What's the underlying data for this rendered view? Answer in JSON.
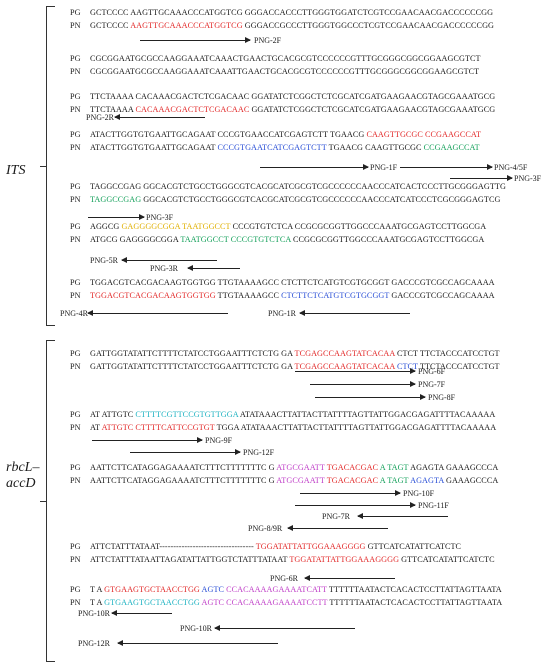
{
  "sections": {
    "its": "ITS",
    "rbcl_l1": "rbcL–",
    "rbcl_l2": "accD"
  },
  "labels": {
    "pg": "PG",
    "pn": "PN"
  },
  "its_rows": [
    {
      "pg": [
        [
          "GCTCCCC AAGTTGCAAACCCATGGTCG GGGACCACCCTTGGGTGGATCTCGTCCGAACAACGACCCCCCGG",
          ""
        ]
      ],
      "pn": [
        [
          "GCTCCCC ",
          ""
        ],
        [
          "AAGTTGCAAACCCATGGTCG",
          "red"
        ],
        [
          " GGGACCGCCCTTGGGTGGCCCTCGTCCGAACAACGACCCCCCGG",
          ""
        ]
      ]
    },
    {
      "pg": [
        [
          "CGCGGAATGCGCCAAGGAAATCAAACTGAACTGCACGCGTCCCCCCGTTTGCGGGCGGCGGAAGCGTCT",
          ""
        ]
      ],
      "pn": [
        [
          "CGCGGAATGCGCCAAGGAAATCAAATTGAACTGCACGCGTCCCCCCGTTTGCGGGCGGCGGAAGCGTCT",
          ""
        ]
      ]
    },
    {
      "pg": [
        [
          "TTCTAAAA CACAAACGACTCTCGACAAC GGATATCTCGGCTCTCGCATCGATGAAGAACGTAGCGAAATGCG",
          ""
        ]
      ],
      "pn": [
        [
          "TTCTAAAA ",
          ""
        ],
        [
          "CACAAACGACTCTCGACAAC",
          "red"
        ],
        [
          " GGATATCTCGGCTCTCGCATCGATGAAGAACGTAGCGAAATGCG",
          ""
        ]
      ]
    },
    {
      "pg": [
        [
          "ATACTTGGTGTGAATTGCAGAAT CCCGTGAACCATCGAGTCTT TGAACG ",
          ""
        ],
        [
          "CAAGTTGCGC CCGAAGCCAT",
          "red"
        ]
      ],
      "pn": [
        [
          "ATACTTGGTGTGAATTGCAGAAT ",
          ""
        ],
        [
          "CCCGTGAATCATCGAGTCTT",
          "blue"
        ],
        [
          " TGAACG CAAGTTGCGC ",
          ""
        ],
        [
          "CCGAAGCCAT",
          "grn"
        ]
      ]
    },
    {
      "pg": [
        [
          "TAGGCCGAG GGCACGTCTGCCTGGGCGTCACGCATCGCGTCGCCCCCCAACCCATCACTCCCTTGCGGGAGTTG",
          ""
        ]
      ],
      "pn": [
        [
          "TAGGCCGAG",
          "grn"
        ],
        [
          " GGCACGTCTGCCTGGGCGTCACGCATCGCGTCGCCCCCCAACCCATCATCCCTCGCGGGAGTCG",
          ""
        ]
      ]
    },
    {
      "pg": [
        [
          "AGGCG ",
          ""
        ],
        [
          "GAGGGGCGGA TAATGGCCT",
          "yel"
        ],
        [
          " CCCGTGTCTCA CCGCGCGGTTGGCCCAAATGCGAGTCCTTGGCGA",
          ""
        ]
      ],
      "pn": [
        [
          "ATGCG  GAGGGGCGGA ",
          ""
        ],
        [
          "TAATGGCCT CCCGTGTCTCA",
          "grn"
        ],
        [
          " CCGCGCGGTTGGCCCAAATGCGAGTCCTTGGCGA",
          ""
        ]
      ]
    },
    {
      "pg": [
        [
          "TGGACGTCACGACAAGTGGTGG TTGTAAAAGCC CTCTTCTCATGTCGTGCGGT GACCCGTCGCCAGCAAAA",
          ""
        ]
      ],
      "pn": [
        [
          "TGGACGTCACGACAAGTGGTGG",
          "red"
        ],
        [
          " TTGTAAAAGCC ",
          ""
        ],
        [
          "CTCTTCTCATGTCGTGCGGT",
          "blue"
        ],
        [
          " GACCCGTCGCCAGCAAAA",
          ""
        ]
      ]
    }
  ],
  "rbcl_rows": [
    {
      "pg": [
        [
          "GATTGGTATATTCTTTTCTATCCTGGAATTTCTCTG GA ",
          ""
        ],
        [
          "TCGAGCCAAGTATCACAA",
          "red"
        ],
        [
          " CTCT TTCTACCCATCCTGT",
          ""
        ]
      ],
      "pn": [
        [
          "GATTGGTATATTCTTTTCTATCCTGGAATTTCTCTG GA ",
          ""
        ],
        [
          "TCGAGCCAAGTATCACAA",
          "red"
        ],
        [
          " ",
          ""
        ],
        [
          "CTCT",
          "blue"
        ],
        [
          " TTCTACCCATCCTGT",
          ""
        ]
      ]
    },
    {
      "pg": [
        [
          "AT ATTGTC ",
          ""
        ],
        [
          "CTTTTCGTTCCGTGTTGGA",
          "cyan"
        ],
        [
          " ATATAAACTTATTACTTATTTTAGTTATTGGACGAGATTTTACAAAAA",
          ""
        ]
      ],
      "pn": [
        [
          "AT ",
          ""
        ],
        [
          "ATTGTC CTTTTCATTCCGTGT",
          "red"
        ],
        [
          " TGGA ATATAAACTTATTACTTATTTTAGTTATTGGACGAGATTTTACAAAAA",
          ""
        ]
      ]
    },
    {
      "pg": [
        [
          "AATTCTTCATAGGAGAAAATCTTTCTTTTTTTC G ",
          ""
        ],
        [
          "ATGCGAATT",
          "mag"
        ],
        [
          " ",
          ""
        ],
        [
          "TGACACGAC",
          "red"
        ],
        [
          " ",
          ""
        ],
        [
          "A TAGT",
          "grn"
        ],
        [
          " AGAGTA GAAAGCCCA",
          ""
        ]
      ],
      "pn": [
        [
          "AATTCTTCATAGGAGAAAATCTTTCTTTTTTTC G ",
          ""
        ],
        [
          "ATGCGAATT",
          "mag"
        ],
        [
          " ",
          ""
        ],
        [
          "TGACACGAC",
          "red"
        ],
        [
          " ",
          ""
        ],
        [
          "A TAGT",
          "grn"
        ],
        [
          " ",
          ""
        ],
        [
          "AGAGTA",
          "blue"
        ],
        [
          " GAAAGCCCA",
          ""
        ]
      ]
    },
    {
      "pg": [
        [
          "ATTCTATTTATAAT---------------------------------- ",
          ""
        ],
        [
          "TGGATATTATTGGAAAGGGG",
          "red"
        ],
        [
          " GTTCATCATATTCATCTC",
          ""
        ]
      ],
      "pn": [
        [
          "ATTCTATTTATAATTAGATATTATTGGTCTATTTATAAT ",
          ""
        ],
        [
          "TGGATATTATTGGAAAGGGG",
          "red"
        ],
        [
          " GTTCATCATATTCATCTC",
          ""
        ]
      ]
    },
    {
      "pg": [
        [
          "T A ",
          ""
        ],
        [
          "GTGAAGTGCTAACCTGG",
          "red"
        ],
        [
          " ",
          ""
        ],
        [
          "AGTC",
          "blue"
        ],
        [
          " ",
          ""
        ],
        [
          "CCACAAAAGAAAATCATT",
          "mag"
        ],
        [
          " TTTTTTAATACTCACACTCCTTATTAGTTAATA",
          ""
        ]
      ],
      "pn": [
        [
          "T A ",
          ""
        ],
        [
          "GTGAAGTGCTAACCTGG",
          "cyan"
        ],
        [
          " ",
          ""
        ],
        [
          "AGTC",
          "mag"
        ],
        [
          " ",
          ""
        ],
        [
          "CCACAAAAGAAAATCCTT",
          "mag"
        ],
        [
          " TTTTTTAATACTCACACTCCTTATTAGTTAATA",
          ""
        ]
      ]
    }
  ],
  "primers": {
    "png2f": "PNG-2F",
    "png2r": "PNG-2R",
    "png1f": "PNG-1F",
    "png45f": "PNG-4/5F",
    "png3f_a": "PNG-3F",
    "png3f_b": "PNG-3F",
    "png5r": "PNG-5R",
    "png3r": "PNG-3R",
    "png4r": "PNG-4R",
    "png1r": "PNG-1R",
    "png6f": "PNG-6F",
    "png7f": "PNG-7F",
    "png8f": "PNG-8F",
    "png9f": "PNG-9F",
    "png12f": "PNG-12F",
    "png10f": "PNG-10F",
    "png11f": "PNG-11F",
    "png7r": "PNG-7R",
    "png89r": "PNG-8/9R",
    "png6r": "PNG-6R",
    "png10r_a": "PNG-10R",
    "png10r_b": "PNG-10R",
    "png12r": "PNG-12R"
  }
}
